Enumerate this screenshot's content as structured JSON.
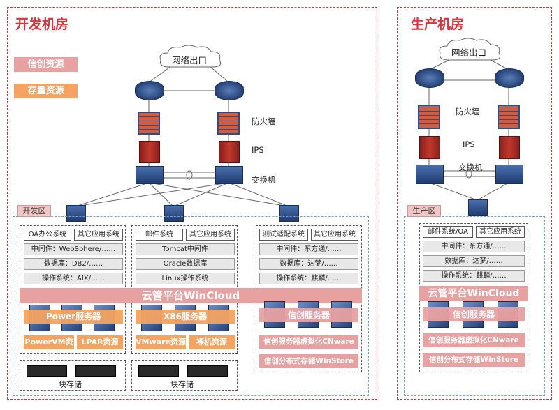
{
  "dev_room": {
    "title": "开发机房",
    "legend": [
      {
        "label": "信创资源",
        "color": "#e8a1a1"
      },
      {
        "label": "存量资源",
        "color": "#f4a460"
      }
    ],
    "internet": "网络出口",
    "firewall": "防火墙",
    "ips": "IPS",
    "switch": "交换机",
    "zone": "开发区",
    "columns": [
      {
        "top": [
          "OA办公系统",
          "其它应用系统"
        ],
        "rows": [
          "中间件：WebSphere/……",
          "数据库：DB2/……",
          "操作系统：AIX/……"
        ],
        "server": "Power服务器",
        "resources": [
          "PowerVM资源",
          "LPAR资源"
        ],
        "storage": "块存储"
      },
      {
        "top": [
          "邮件系统",
          "其它应用系统"
        ],
        "rows": [
          "Tomcat中间件",
          "Oracle数据库",
          "Linux操作系统"
        ],
        "server": "X86服务器",
        "resources": [
          "VMware资源",
          "裸机资源"
        ],
        "storage": "块存储"
      },
      {
        "top": [
          "测试适配系统",
          "其它应用系统"
        ],
        "rows": [
          "中间件：东方通/……",
          "数据库：达梦/……",
          "操作系统：麒麟/……"
        ],
        "server": "信创服务器",
        "resources": [
          "信创服务器虚拟化CNware",
          "信创分布式存储WinStore"
        ]
      }
    ],
    "cloud": "云管平台WinCloud"
  },
  "prod_room": {
    "title": "生产机房",
    "internet": "网络出口",
    "firewall": "防火墙",
    "ips": "IPS",
    "switch": "交换机",
    "zone": "生产区",
    "top": [
      "邮件系统/OA",
      "其它应用系统"
    ],
    "rows": [
      "中间件：东方通/……",
      "数据库：达梦/……",
      "操作系统：麒麟/……"
    ],
    "cloud": "云管平台WinCloud",
    "server": "信创服务器",
    "resources": [
      "信创服务器虚拟化CNware",
      "信创分布式存储WinStore"
    ]
  }
}
